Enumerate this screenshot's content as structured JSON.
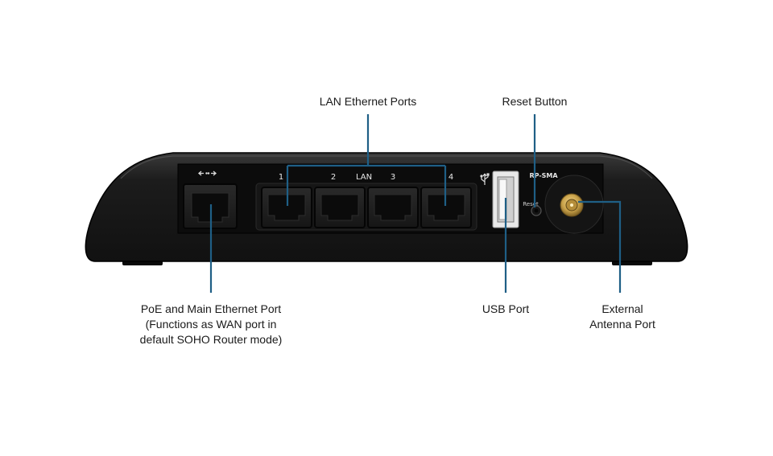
{
  "device": {
    "port_numbers": [
      "1",
      "2",
      "3",
      "4"
    ],
    "lan_label": "LAN",
    "reset_label": "Reset",
    "antenna_label": "RP-SMA",
    "wan_icon": "network-arrows-icon",
    "usb_icon": "usb-trident-icon"
  },
  "callouts": {
    "lan_ports": [
      "LAN Ethernet Ports"
    ],
    "reset_button": [
      "Reset Button"
    ],
    "poe_port": [
      "PoE and Main Ethernet Port",
      "(Functions as WAN port in",
      "default SOHO Router mode)"
    ],
    "usb_port": [
      "USB Port"
    ],
    "antenna_port": [
      "External",
      "Antenna Port"
    ]
  },
  "colors": {
    "leader_line": "#1f5f86",
    "device_body": "#1e1e1e",
    "panel": "#0d0d0d",
    "connector_gold": "#c9a24a"
  }
}
